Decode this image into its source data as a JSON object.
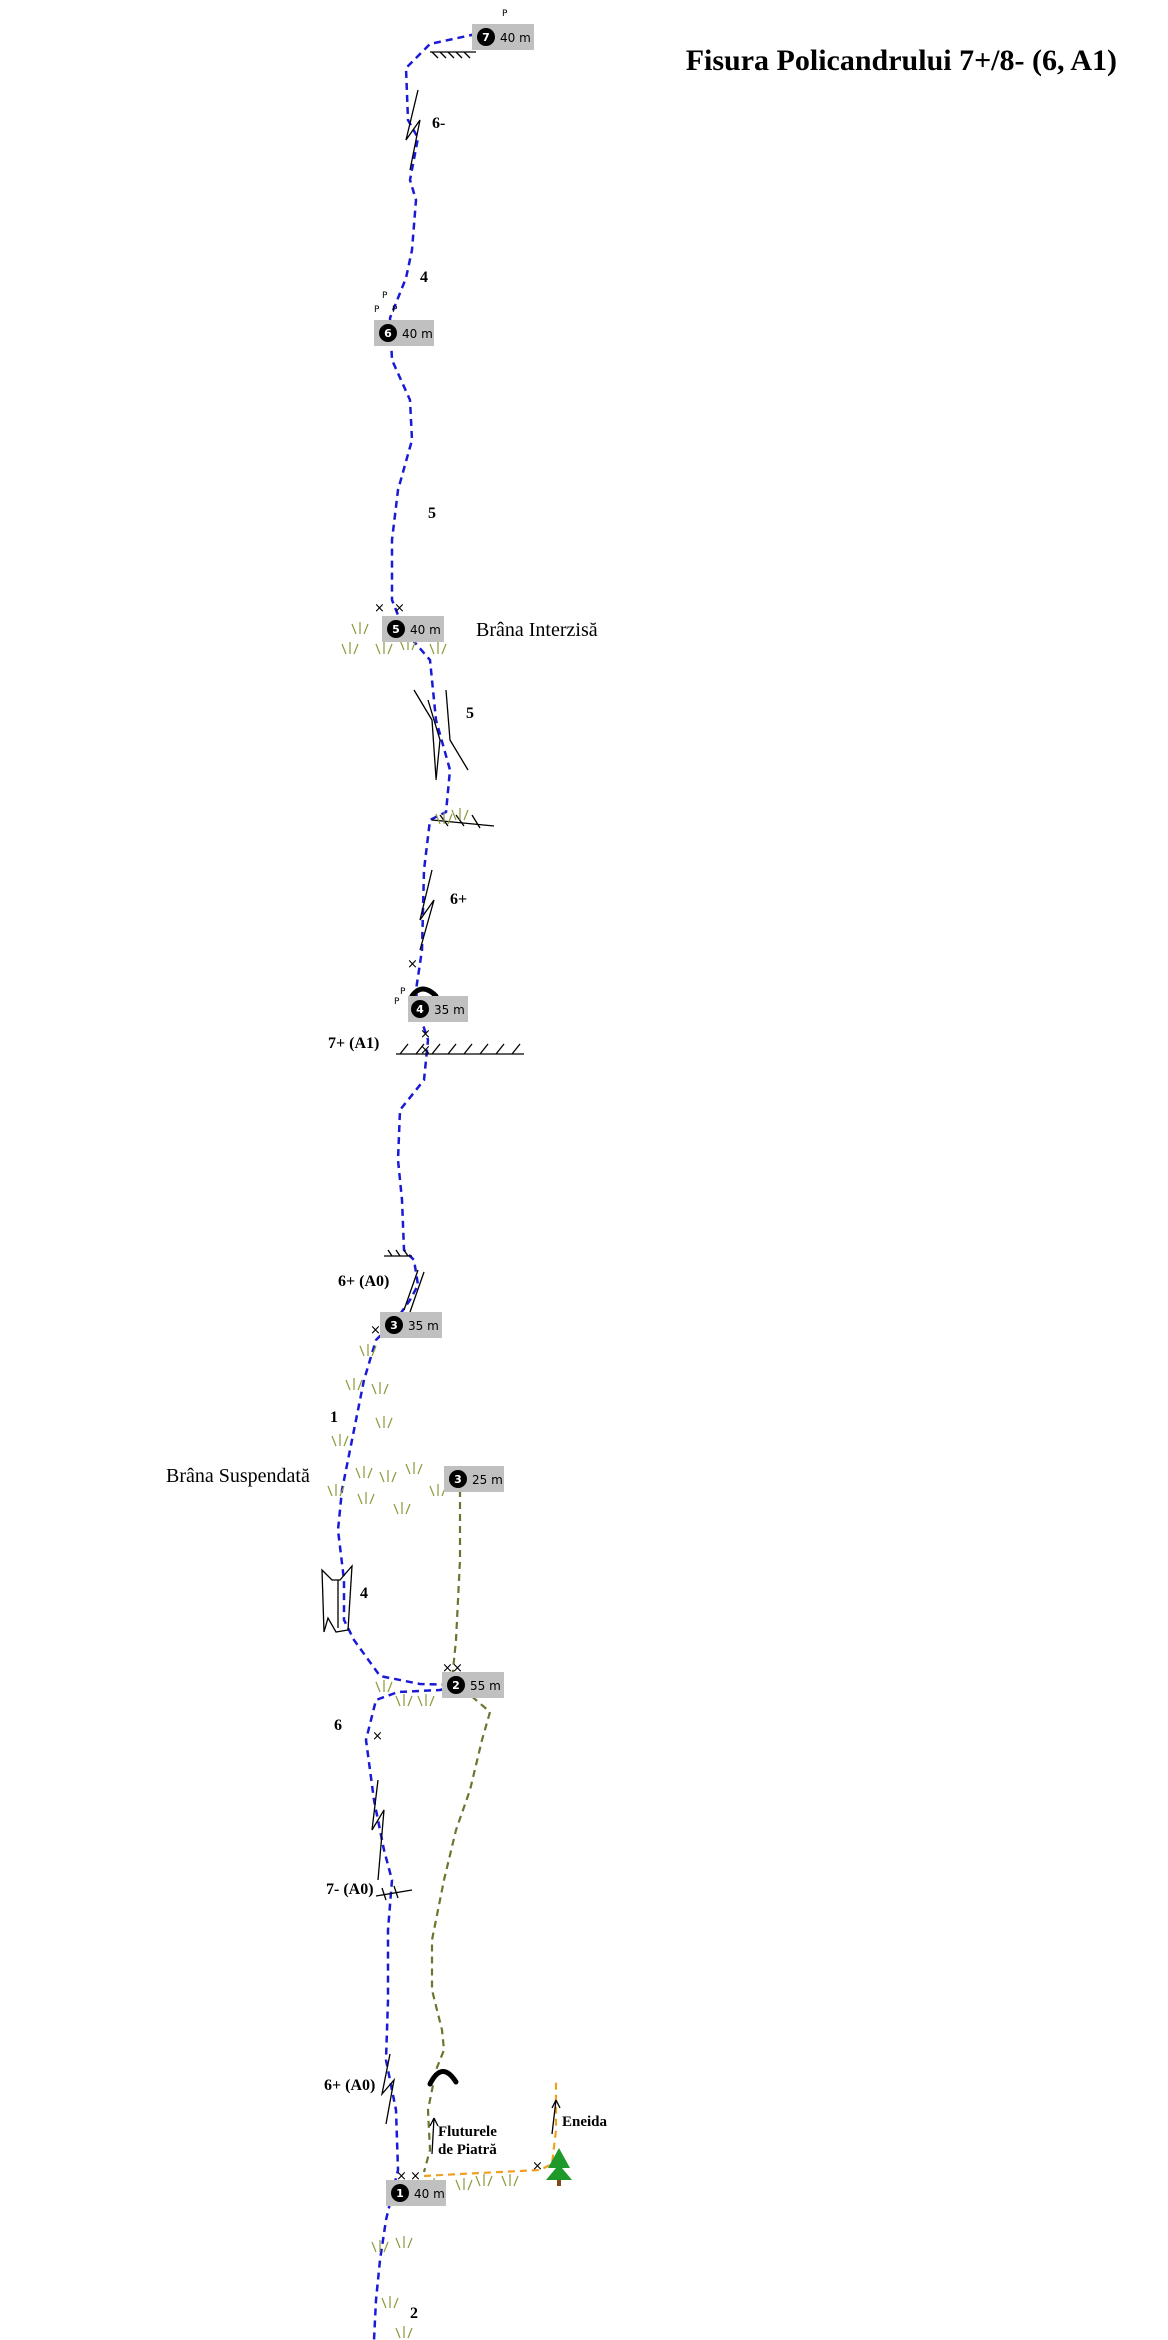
{
  "title": "Fisura Policandrului 7+/8- (6, A1)",
  "ledges": {
    "interzisa": "Brâna Interzisă",
    "suspendata": "Brâna Suspendată"
  },
  "neighbour_routes": {
    "fluturele_line1": "Fluturele",
    "fluturele_line2": "de Piatră",
    "eneida": "Eneida"
  },
  "belays": [
    {
      "num": "7",
      "length": "40 m"
    },
    {
      "num": "6",
      "length": "40 m"
    },
    {
      "num": "5",
      "length": "40 m"
    },
    {
      "num": "4",
      "length": "35 m"
    },
    {
      "num": "3",
      "length": "35 m"
    },
    {
      "num": "3",
      "length": "25 m"
    },
    {
      "num": "2",
      "length": "55 m"
    },
    {
      "num": "1",
      "length": "40 m"
    }
  ],
  "grades": {
    "g_6minus": "6-",
    "g_4top": "4",
    "g_5upper": "5",
    "g_5dihedral": "5",
    "g_6plus": "6+",
    "g_7plus_a1": "7+ (A1)",
    "g_6plus_a0_upper": "6+ (A0)",
    "g_1": "1",
    "g_4dihedral": "4",
    "g_6": "6",
    "g_7minus_a0": "7- (A0)",
    "g_6plus_a0_lower": "6+ (A0)",
    "g_2": "2"
  },
  "pin_label": "P",
  "colors": {
    "main_route": "#1a1ad6",
    "variant_route": "#6b7530",
    "approach_route": "#f0a020",
    "belay_box": "#c0c0c0",
    "belay_disc": "#000000",
    "tree": "#1f9a2a"
  }
}
